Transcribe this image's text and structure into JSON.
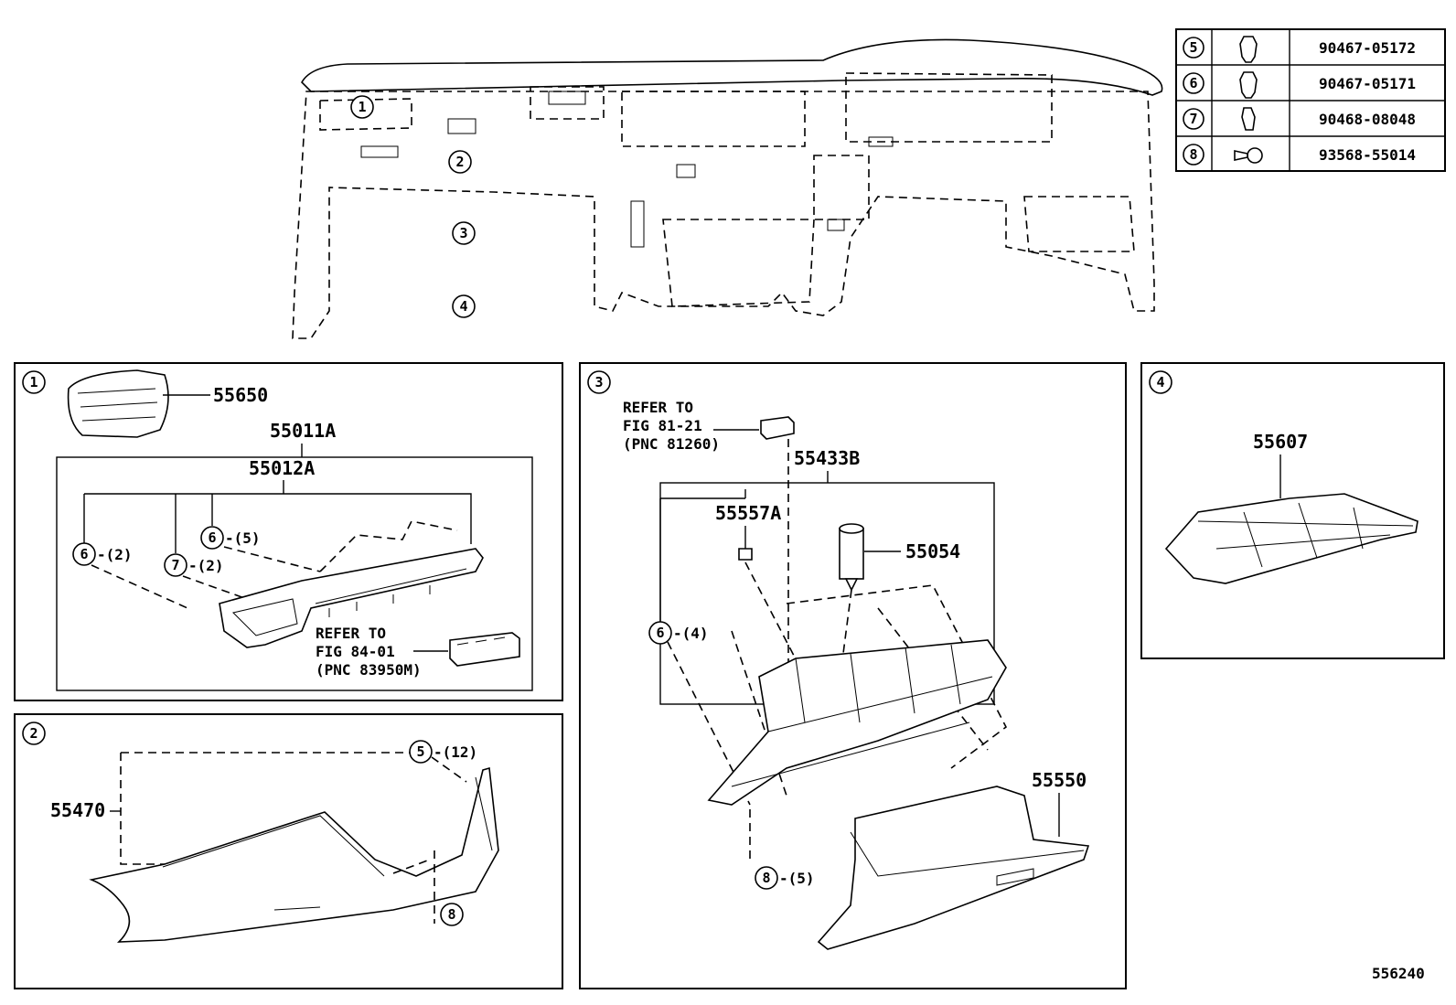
{
  "fastener_table": [
    {
      "ref": "5",
      "part_no": "90467-05172",
      "icon": "clip-icon"
    },
    {
      "ref": "6",
      "part_no": "90467-05171",
      "icon": "clip-icon"
    },
    {
      "ref": "7",
      "part_no": "90468-08048",
      "icon": "clip-icon"
    },
    {
      "ref": "8",
      "part_no": "93568-55014",
      "icon": "screw-icon"
    }
  ],
  "overview": {
    "callouts": [
      "1",
      "2",
      "3",
      "4"
    ]
  },
  "panel1": {
    "ref": "1",
    "p_55650": "55650",
    "p_55011A": "55011A",
    "p_55012A": "55012A",
    "c6a": "6",
    "q6a": "-(2)",
    "c7": "7",
    "q7": "-(2)",
    "c6b": "6",
    "q6b": "-(5)",
    "refer_1": "REFER TO",
    "refer_2": "FIG 84-01",
    "refer_3": "(PNC 83950M)"
  },
  "panel2": {
    "ref": "2",
    "p_55470": "55470",
    "c5": "5",
    "q5": "-(12)",
    "c8": "8"
  },
  "panel3": {
    "ref": "3",
    "refer_1": "REFER TO",
    "refer_2": "FIG 81-21",
    "refer_3": "(PNC 81260)",
    "p_55433B": "55433B",
    "p_55557A": "55557A",
    "p_55054": "55054",
    "c6": "6",
    "q6": "-(4)",
    "c8": "8",
    "q8": "-(5)",
    "p_55550": "55550"
  },
  "panel4": {
    "ref": "4",
    "p_55607": "55607"
  },
  "figure_number": "556240"
}
